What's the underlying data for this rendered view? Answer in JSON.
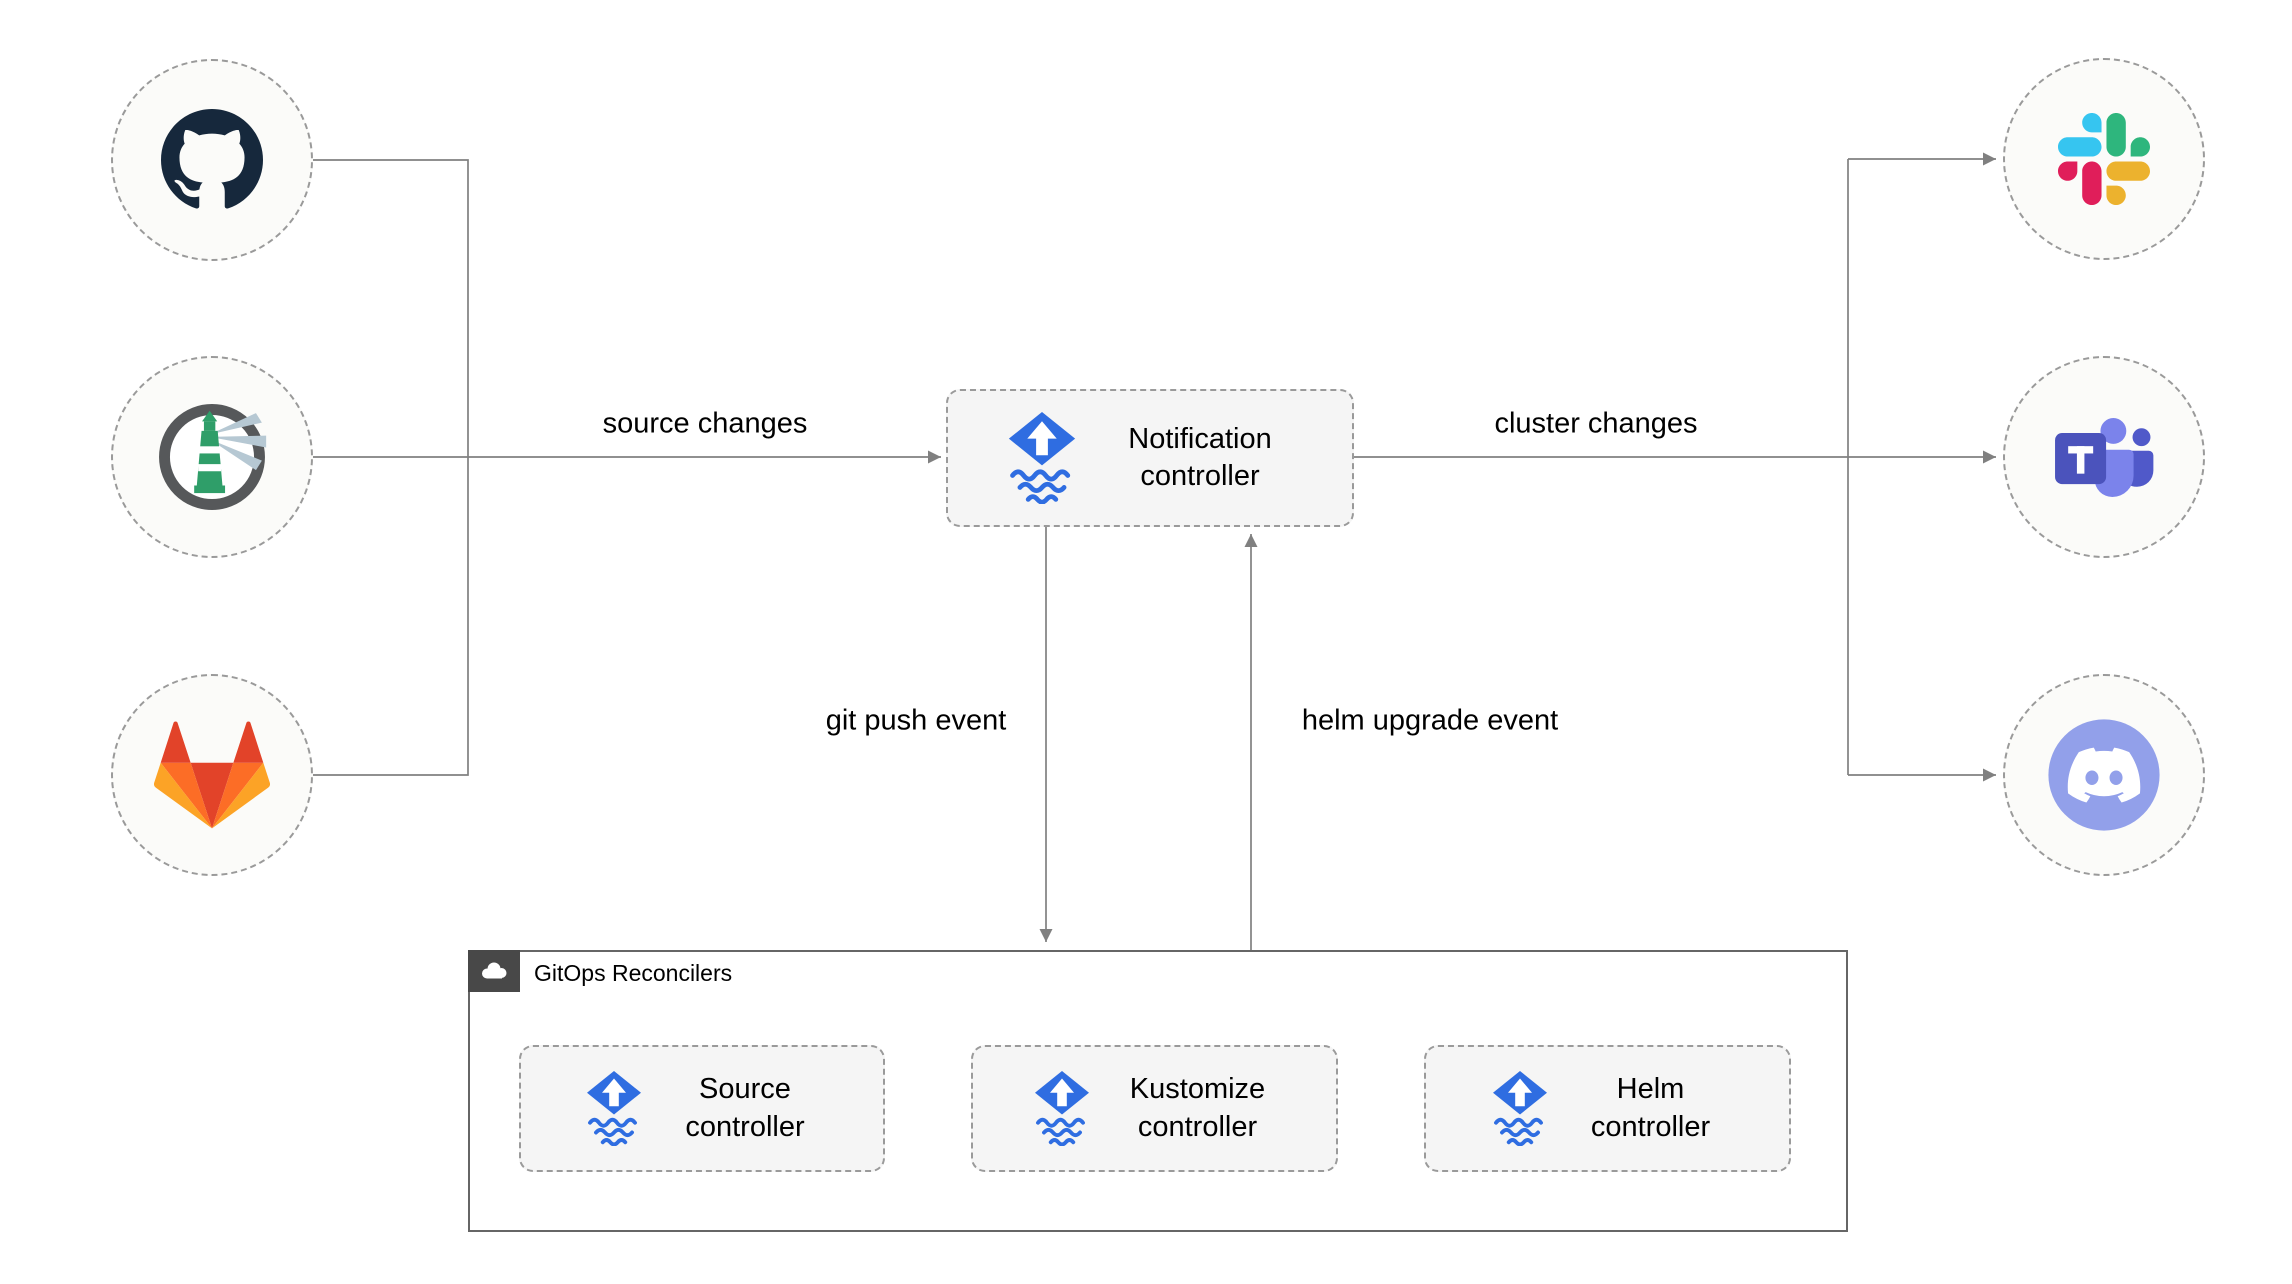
{
  "nodes": {
    "sources": [
      {
        "icon": "github-icon"
      },
      {
        "icon": "harbor-icon"
      },
      {
        "icon": "gitlab-icon"
      }
    ],
    "notification_controller": {
      "label": "Notification controller",
      "icon": "flux-icon"
    },
    "notifiers": [
      {
        "icon": "slack-icon"
      },
      {
        "icon": "teams-icon"
      },
      {
        "icon": "discord-icon"
      }
    ]
  },
  "edge_labels": {
    "source_changes": "source changes",
    "cluster_changes": "cluster changes",
    "git_push_event": "git push event",
    "helm_upgrade_event": "helm upgrade event"
  },
  "reconcilers": {
    "title": "GitOps Reconcilers",
    "icon": "cloud-icon",
    "items": [
      {
        "label": "Source controller",
        "icon": "flux-icon"
      },
      {
        "label": "Kustomize controller",
        "icon": "flux-icon"
      },
      {
        "label": "Helm controller",
        "icon": "flux-icon"
      }
    ]
  },
  "colors": {
    "flux_blue": "#2f6de1",
    "connector_gray": "#808080",
    "gitlab_red": "#e24329",
    "gitlab_orange": "#fc6d26",
    "gitlab_yellow": "#fca326",
    "slack_blue": "#36c5f0",
    "slack_green": "#2eb67d",
    "slack_red": "#e01e5a",
    "slack_yellow": "#ecb22e",
    "teams_purple": "#4b53bc",
    "discord_lavender": "#92a0ea",
    "harbor_green": "#2f9e69",
    "github_navy": "#16283c"
  }
}
